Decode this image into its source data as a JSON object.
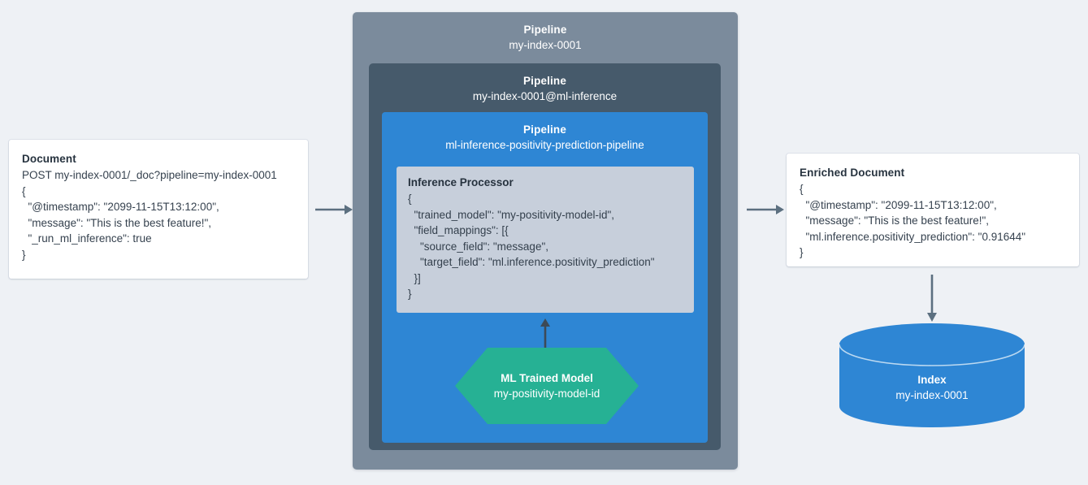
{
  "theme": {
    "background": "#eef1f5",
    "outer_pipeline_color": "#7b8b9c",
    "mid_pipeline_color": "#465a6b",
    "inner_pipeline_color": "#2e86d4",
    "processor_color": "#c7cfdb",
    "model_color": "#26b194",
    "index_color": "#2e86d4",
    "arrow_color": "#5c7080",
    "card_background": "#ffffff",
    "text_color": "#2f3e4e"
  },
  "document_card": {
    "title": "Document",
    "lines": [
      "POST my-index-0001/_doc?pipeline=my-index-0001",
      "{",
      "  \"@timestamp\": \"2099-11-15T13:12:00\",",
      "  \"message\": \"This is the best feature!\",",
      "  \"_run_ml_inference\": true",
      "}"
    ]
  },
  "pipelines": {
    "outer": {
      "label": "Pipeline",
      "name": "my-index-0001"
    },
    "middle": {
      "label": "Pipeline",
      "name": "my-index-0001@ml-inference"
    },
    "inner": {
      "label": "Pipeline",
      "name": "ml-inference-positivity-prediction-pipeline"
    }
  },
  "processor": {
    "title": "Inference Processor",
    "lines": [
      "{",
      "  \"trained_model\": \"my-positivity-model-id\",",
      "  \"field_mappings\": [{",
      "    \"source_field\": \"message\",",
      "    \"target_field\": \"ml.inference.positivity_prediction\"",
      "  }]",
      "}"
    ]
  },
  "trained_model": {
    "label": "ML Trained Model",
    "name": "my-positivity-model-id"
  },
  "enriched_document_card": {
    "title": "Enriched Document",
    "lines": [
      "{",
      "  \"@timestamp\": \"2099-11-15T13:12:00\",",
      "  \"message\": \"This is the best feature!\",",
      "  \"ml.inference.positivity_prediction\": \"0.91644\"",
      "}"
    ]
  },
  "index": {
    "label": "Index",
    "name": "my-index-0001"
  },
  "arrows": {
    "document_to_pipeline": "arrow-right",
    "pipeline_to_enriched": "arrow-right",
    "enriched_to_index": "arrow-down",
    "model_to_processor": "arrow-up"
  }
}
